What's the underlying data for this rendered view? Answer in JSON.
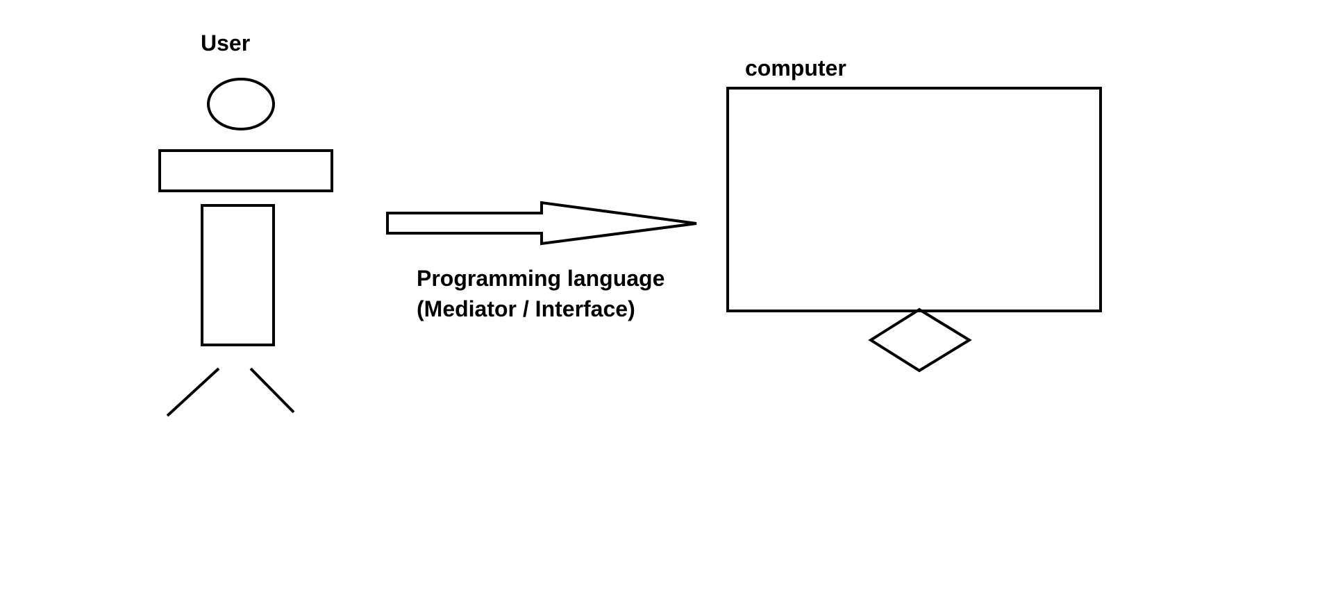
{
  "labels": {
    "user": "User",
    "computer": "computer",
    "interface_line1": "Programming language",
    "interface_line2": "(Mediator / Interface)"
  },
  "elements": {
    "user_figure": "stick-figure-icon",
    "arrow": "right-arrow-icon",
    "computer_monitor": "monitor-icon",
    "computer_stand": "diamond-stand-icon"
  },
  "colors": {
    "stroke": "#000000",
    "background": "#ffffff"
  }
}
